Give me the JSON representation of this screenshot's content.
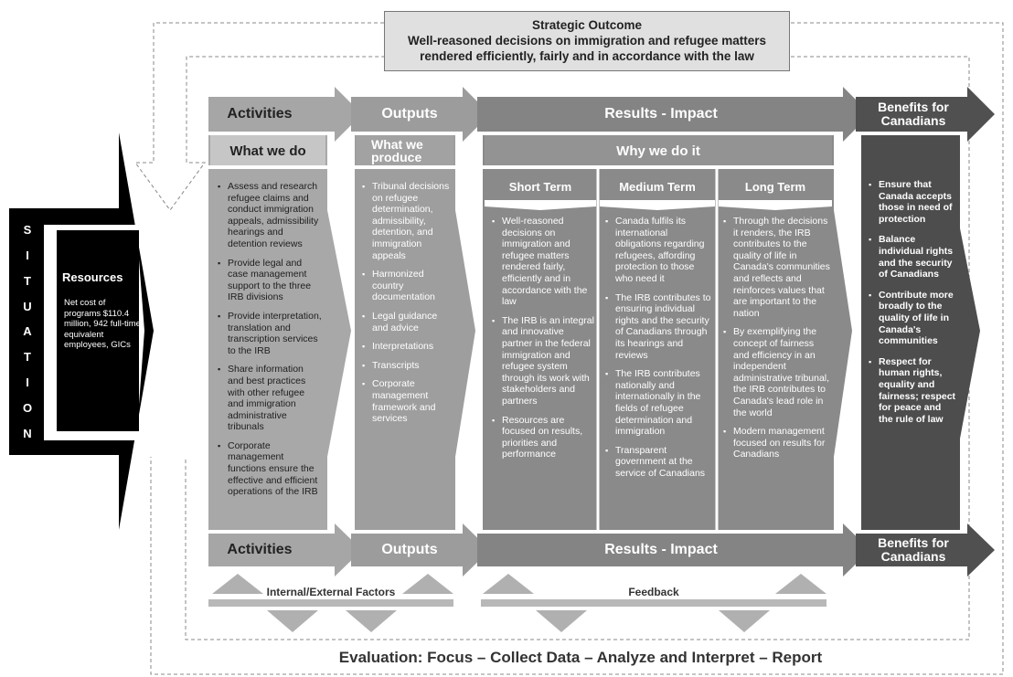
{
  "strategic_outcome": {
    "title": "Strategic Outcome",
    "line1": "Well-reasoned decisions on immigration and refugee matters",
    "line2": "rendered efficiently, fairly and in accordance with the law"
  },
  "situation": {
    "letters": [
      "S",
      "I",
      "T",
      "U",
      "A",
      "T",
      "I",
      "O",
      "N"
    ]
  },
  "resources": {
    "title": "Resources",
    "description": "Net cost of programs $110.4 million, 942 full-time equivalent employees, GICs"
  },
  "top_arrows": {
    "activities": "Activities",
    "outputs": "Outputs",
    "results": "Results - Impact",
    "benefits": "Benefits for Canadians"
  },
  "bottom_arrows": {
    "activities": "Activities",
    "outputs": "Outputs",
    "results": "Results - Impact",
    "benefits": "Benefits for Canadians"
  },
  "what_we_do": {
    "title": "What we do",
    "items": [
      "Assess and research refugee claims and conduct immigration appeals, admissibility hearings and detention reviews",
      "Provide legal and case management support to the three IRB divisions",
      "Provide interpretation, translation and transcription services to the IRB",
      "Share information and best practices with other refugee and immigration administrative tribunals",
      "Corporate management functions ensure the effective and efficient operations of the IRB"
    ]
  },
  "what_we_produce": {
    "title": "What we produce",
    "items": [
      "Tribunal decisions on refugee determination, admissibility, detention, and immigration appeals",
      "Harmonized country documentation",
      "Legal guidance and advice",
      "Interpretations",
      "Transcripts",
      "Corporate management framework and services"
    ]
  },
  "why_we_do_it": {
    "title": "Why we do it",
    "short_term": {
      "title": "Short Term",
      "items": [
        "Well-reasoned decisions on immigration and refugee matters rendered fairly, efficiently and in accordance with the law",
        "The IRB is an integral and innovative partner in the federal immigration and refugee system through its work with stakeholders and partners",
        "Resources are focused on results, priorities and performance"
      ]
    },
    "medium_term": {
      "title": "Medium Term",
      "items": [
        "Canada fulfils its international obligations regarding refugees, affording protection to those who need it",
        "The IRB contributes to ensuring individual rights and the security of Canadians through its hearings and reviews",
        "The IRB contributes nationally and internationally in the fields of refugee determination and immigration",
        "Transparent government at the service of Canadians"
      ]
    },
    "long_term": {
      "title": "Long Term",
      "items": [
        "Through the decisions it renders, the IRB contributes to the quality of life in Canada's communities and reflects and reinforces values that are important to the nation",
        "By exemplifying the concept of fairness and efficiency in an independent administrative tribunal, the IRB contributes to Canada's lead role in the world",
        "Modern management focused on results for Canadians"
      ]
    }
  },
  "benefits": {
    "items": [
      "Ensure that Canada accepts those in need of protection",
      "Balance individual rights and the security of Canadians",
      "Contribute more broadly to the quality of life in Canada's communities",
      "Respect for human rights, equality and fairness; respect for peace and the rule of law"
    ]
  },
  "factors": {
    "internal_external": "Internal/External Factors",
    "feedback": "Feedback"
  },
  "evaluation": "Evaluation: Focus – Collect Data – Analyze and Interpret – Report"
}
